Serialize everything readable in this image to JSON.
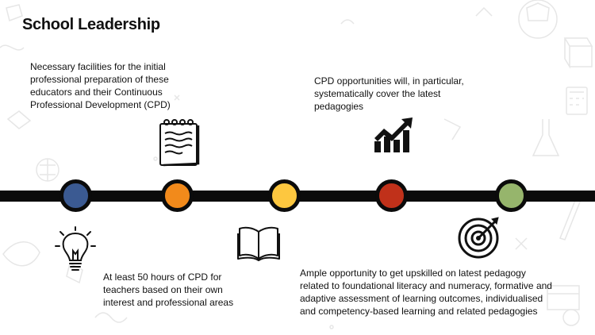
{
  "title": "School Leadership",
  "timeline": {
    "nodes": [
      {
        "name": "node-blue",
        "color": "#3b5a92"
      },
      {
        "name": "node-orange",
        "color": "#f28a1b"
      },
      {
        "name": "node-yellow",
        "color": "#fdc73f"
      },
      {
        "name": "node-red",
        "color": "#c0311a"
      },
      {
        "name": "node-green",
        "color": "#96b56c"
      }
    ],
    "line_color": "#0b0b0b"
  },
  "items": {
    "facilities": "Necessary facilities for the initial professional preparation of these educators and their Continuous Professional Development (CPD)",
    "cpd_pedagogies": "CPD opportunities will, in particular, systematically cover the latest pedagogies",
    "cpd_hours": "At least 50 hours of CPD for teachers based on their own interest and professional areas",
    "upskill": "Ample opportunity to get upskilled on latest pedagogy related to foundational literacy and numeracy, formative and adaptive assessment of learning outcomes, individualised and competency-based learning and related pedagogies"
  },
  "icons": [
    "notepad-icon",
    "growth-chart-icon",
    "lightbulb-icon",
    "open-book-icon",
    "target-icon"
  ]
}
